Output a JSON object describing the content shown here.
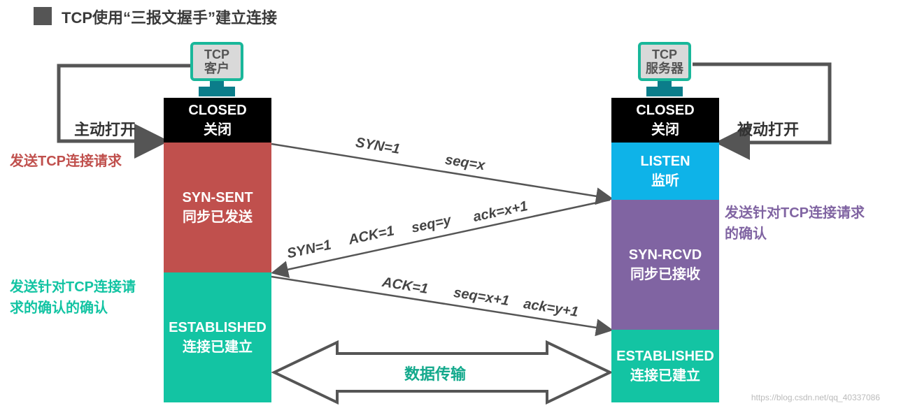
{
  "title": "TCP使用“三报文握手”建立连接",
  "client": {
    "label_line1": "TCP",
    "label_line2": "客户",
    "open_label": "主动打开",
    "states": [
      {
        "en": "CLOSED",
        "zh": "关闭"
      },
      {
        "en": "SYN-SENT",
        "zh": "同步已发送"
      },
      {
        "en": "ESTABLISHED",
        "zh": "连接已建立"
      }
    ],
    "note_send_request": "发送TCP连接请求",
    "note_confirm_line1": "发送针对TCP连接请",
    "note_confirm_line2": "求的确认的确认"
  },
  "server": {
    "label_line1": "TCP",
    "label_line2": "服务器",
    "open_label": "被动打开",
    "states": [
      {
        "en": "CLOSED",
        "zh": "关闭"
      },
      {
        "en": "LISTEN",
        "zh": "监听"
      },
      {
        "en": "SYN-RCVD",
        "zh": "同步已接收"
      },
      {
        "en": "ESTABLISHED",
        "zh": "连接已建立"
      }
    ],
    "note_confirm_line1": "发送针对TCP连接请求",
    "note_confirm_line2": "的确认"
  },
  "messages": {
    "m1_syn": "SYN=1",
    "m1_seq": "seq=x",
    "m2_syn": "SYN=1",
    "m2_ack": "ACK=1",
    "m2_seq": "seq=y",
    "m2_ackno": "ack=x+1",
    "m3_ack": "ACK=1",
    "m3_seq": "seq=x+1",
    "m3_ackno": "ack=y+1"
  },
  "data_transfer": "数据传输",
  "watermark_url": "https://blog.csdn.net/qq_40337086"
}
